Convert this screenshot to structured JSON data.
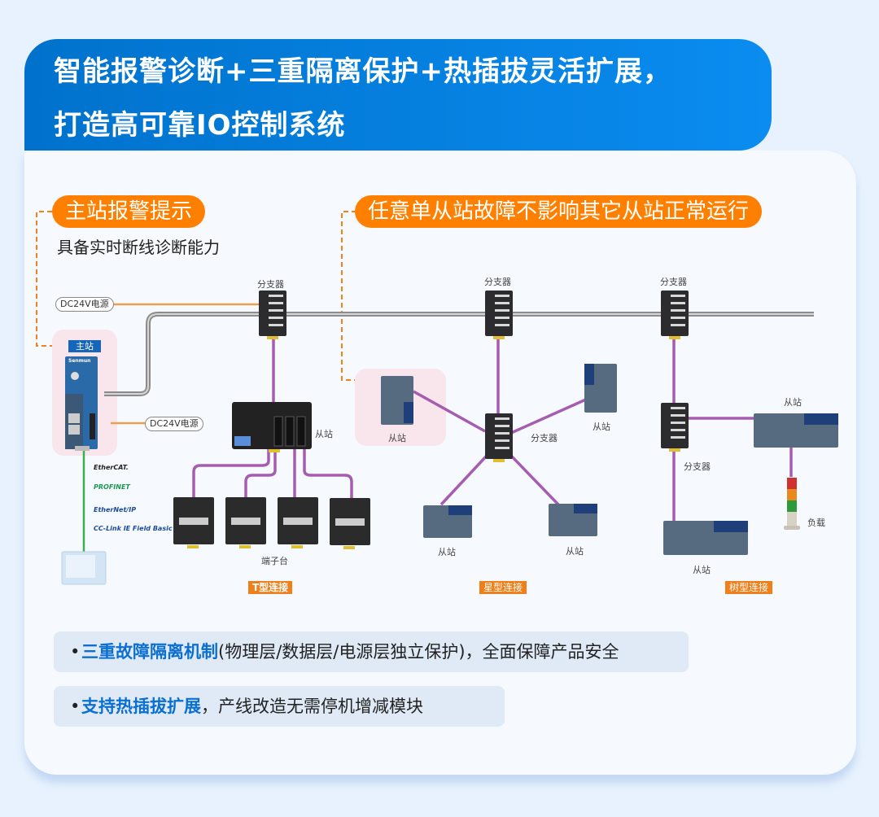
{
  "header": {
    "title_line1": "智能报警诊断+三重隔离保护+热插拔灵活扩展，",
    "title_line2": "打造高可靠IO控制系统"
  },
  "callouts": {
    "master_alarm": "主站报警提示",
    "master_alarm_desc": "具备实时断线诊断能力",
    "fault_isolation": "任意单从站故障不影响其它从站正常运行"
  },
  "diagram": {
    "master_label": "主站",
    "power_label": "DC24V电源",
    "splitter_label": "分支器",
    "slave_label": "从站",
    "terminal_label": "端子台",
    "load_label": "负载",
    "brand": "Senmun",
    "protocols": [
      "EtherCAT.",
      "PROFINET",
      "EtherNet/IP",
      "CC-Link IE Field Basic"
    ],
    "topologies": {
      "t": "T型连接",
      "star": "星型连接",
      "tree": "树型连接"
    }
  },
  "features": [
    {
      "strong": "三重故障隔离机制",
      "rest": "(物理层/数据层/电源层独立保护)，全面保障产品安全"
    },
    {
      "strong": "支持热插拔扩展",
      "rest": "，产线改造无需停机增减模块"
    }
  ],
  "colors": {
    "brand_blue": "#0a7fe0",
    "accent_orange": "#ff8000",
    "highlight_pink": "#f9e6ec",
    "signal_purple": "#a55db0",
    "power_orange": "#e8a050",
    "bus_gray": "#9a9a9a"
  }
}
